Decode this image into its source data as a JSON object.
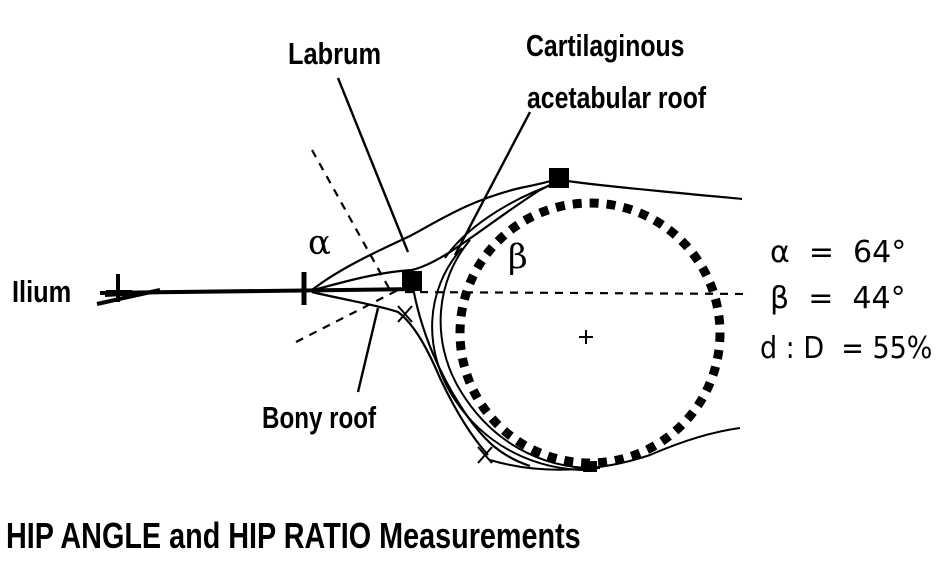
{
  "labels": {
    "ilium": "Ilium",
    "labrum": "Labrum",
    "cartilage_line1": "Cartilaginous",
    "cartilage_line2": "acetabular roof",
    "bony_roof": "Bony roof"
  },
  "angles": {
    "alpha_symbol": "α",
    "beta_symbol": "β"
  },
  "measurements": {
    "alpha": "α  =  64°",
    "beta": "β  =  44°",
    "ratio": "d : D  = 55%"
  },
  "caption": "HIP ANGLE and HIP RATIO Measurements",
  "colors": {
    "ink": "#000000",
    "background": "#ffffff"
  }
}
